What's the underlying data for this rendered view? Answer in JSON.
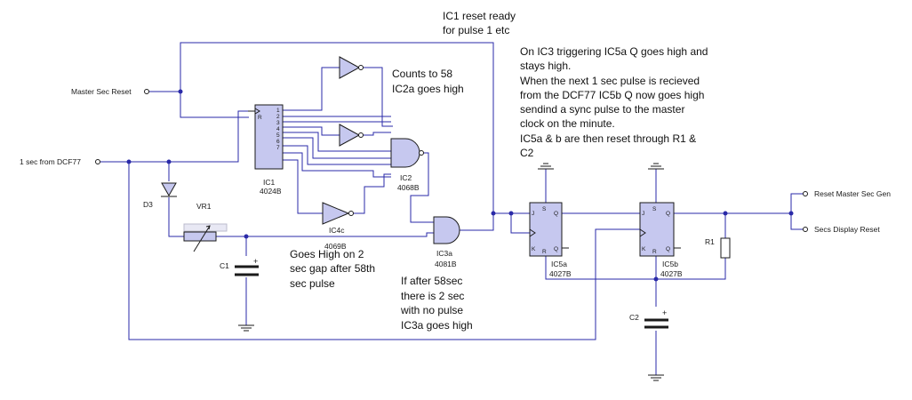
{
  "terminals": {
    "master_sec_reset": "Master Sec Reset",
    "one_sec_from_dcf77": "1 sec from DCF77",
    "reset_master_sec_gen": "Reset Master Sec Gen",
    "secs_display_reset": "Secs Display Reset"
  },
  "components": {
    "ic1_ref": "IC1",
    "ic1_part": "4024B",
    "ic1_pin_r": "R",
    "ic1_pins": [
      "1",
      "2",
      "3",
      "4",
      "5",
      "6",
      "7"
    ],
    "ic2_ref": "IC2",
    "ic2_part": "4068B",
    "ic3a_ref": "IC3a",
    "ic3a_part": "4081B",
    "ic4c_ref": "IC4c",
    "ic4c_part": "4069B",
    "ic5a_ref": "IC5a",
    "ic5a_part": "4027B",
    "ic5b_ref": "IC5b",
    "ic5b_part": "4027B",
    "ff_pins": {
      "j": "J",
      "k": "K",
      "s": "S",
      "r": "R",
      "q": "Q",
      "qbar": "Q"
    },
    "d3": "D3",
    "vr1": "VR1",
    "c1": "C1",
    "c2": "C2",
    "r1": "R1",
    "cap_plus": "+"
  },
  "notes": {
    "ic1_reset": [
      "IC1 reset ready",
      "for pulse 1 etc"
    ],
    "counts": [
      "Counts to 58",
      "IC2a goes high"
    ],
    "ic3_trigger": [
      "On IC3 triggering IC5a Q goes high and",
      "stays high.",
      "When the next 1 sec pulse is recieved",
      "from the DCF77 IC5b Q now goes high",
      "sendind a sync pulse to the master",
      "clock on the minute.",
      "IC5a & b are then reset through R1 &",
      "C2"
    ],
    "goes_high": [
      "Goes High on 2",
      "sec gap after 58th",
      "sec pulse"
    ],
    "after_58": [
      "If after 58sec",
      "there is 2 sec",
      "with no pulse",
      "IC3a goes high"
    ]
  }
}
